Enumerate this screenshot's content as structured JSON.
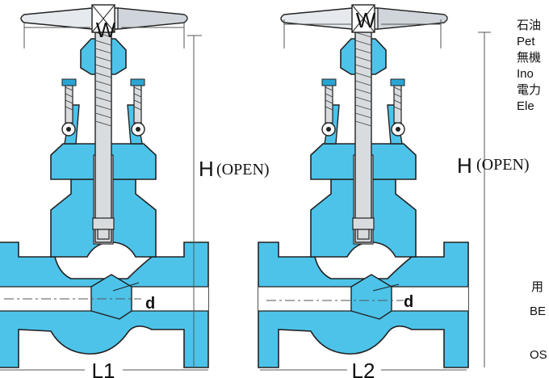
{
  "diagrams": [
    {
      "width_label": "W",
      "height_label": "H",
      "open_label": "(OPEN)",
      "diameter_label": "d",
      "length_label": "L1"
    },
    {
      "width_label": "W",
      "height_label": "H",
      "open_label": "(OPEN)",
      "diameter_label": "d",
      "length_label": "L2"
    }
  ],
  "side_text": [
    "石油",
    "Pet",
    "無機",
    "Ino",
    "電力",
    "Ele"
  ],
  "bottom_text": [
    "用",
    "BE",
    "OS"
  ],
  "colors": {
    "body": "#4dc3ea",
    "body_dark": "#2aa5d3",
    "stem": "#d9dcdf",
    "handwheel": "#e6eaee",
    "outline": "#222222",
    "dim_line": "#555555"
  }
}
